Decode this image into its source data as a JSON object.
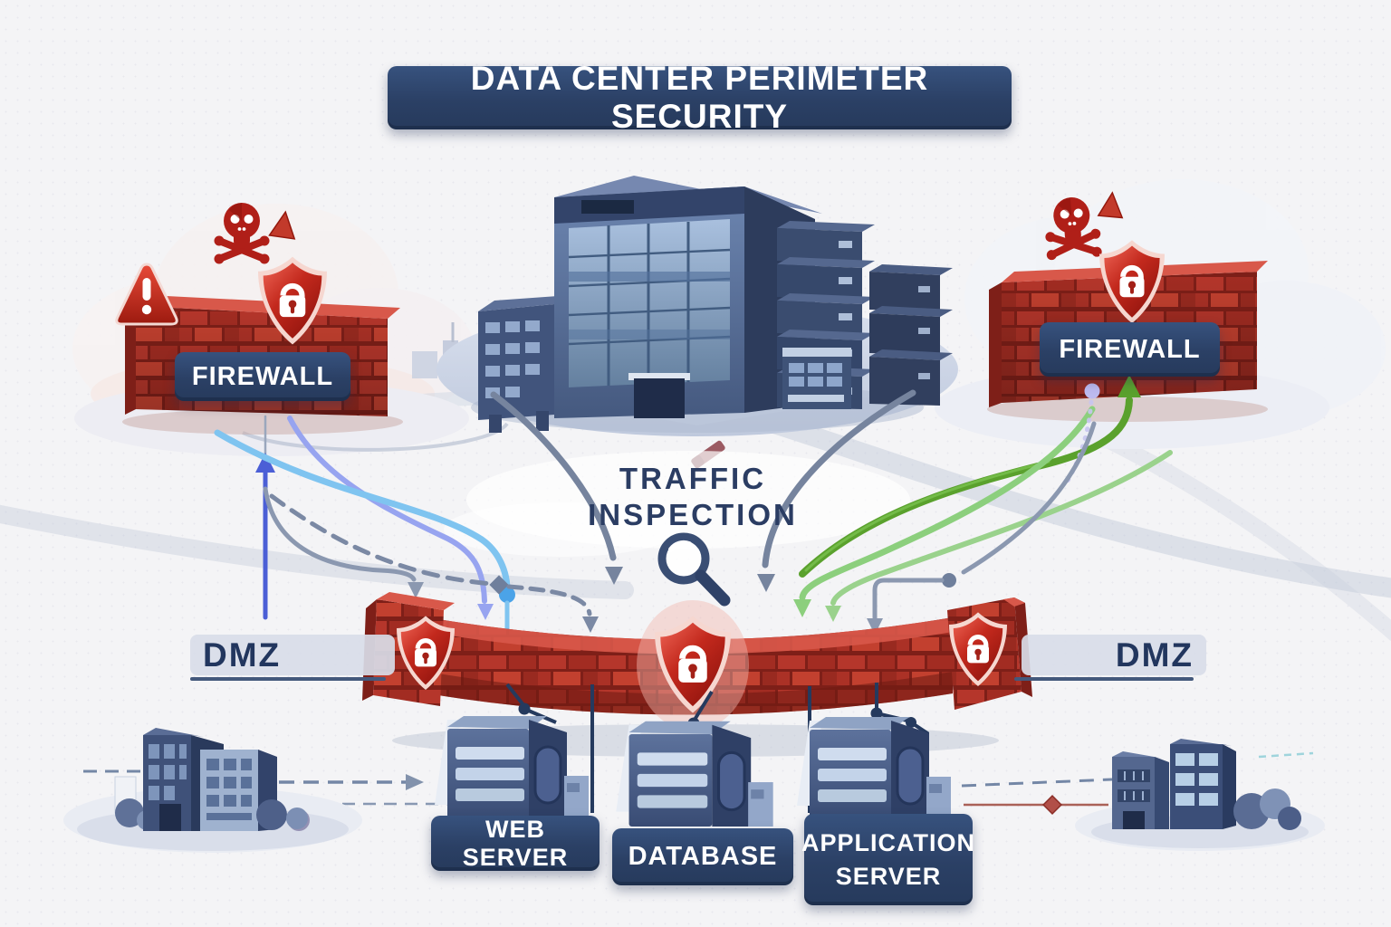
{
  "title": {
    "text": "DATA CENTER PERIMETER SECURITY"
  },
  "firewalls": {
    "left": {
      "label": "FIREWALL"
    },
    "right": {
      "label": "FIREWALL"
    }
  },
  "traffic_inspection": {
    "line1": "TRAFFIC",
    "line2": "INSPECTION"
  },
  "dmz": {
    "left_label": "DMZ",
    "right_label": "DMZ"
  },
  "servers": {
    "web": {
      "label": "WEB SERVER"
    },
    "database": {
      "label": "DATABASE"
    },
    "application": {
      "label_line1": "APPLICATION",
      "label_line2": "SERVER"
    }
  },
  "icons": {
    "threat_left": [
      "skull-crossbones-icon",
      "alert-triangle-icon",
      "warning-sign-icon"
    ],
    "threat_right": [
      "skull-crossbones-icon",
      "alert-triangle-icon"
    ],
    "protection": [
      "shield-lock-icon",
      "brick-firewall-wall"
    ],
    "inspection": [
      "magnifier-icon"
    ],
    "structures": [
      "data-center-building",
      "server-building",
      "city-buildings"
    ]
  },
  "colors": {
    "background": "#f4f4f6",
    "banner_navy": "#2b4065",
    "brick_red": "#b5362b",
    "shield_red": "#c62b20",
    "arrow_slate": "#76849e",
    "arrow_blue": "#7fc4f0",
    "arrow_indigo": "#4b5fd6",
    "arrow_periwinkle": "#97a4f0",
    "arrow_lavender": "#bdbaef",
    "arrow_green_bold": "#5aa12d",
    "arrow_green_light": "#8ccf7d",
    "connector_navy": "#253a5e",
    "diamond_red": "#b14f48"
  }
}
